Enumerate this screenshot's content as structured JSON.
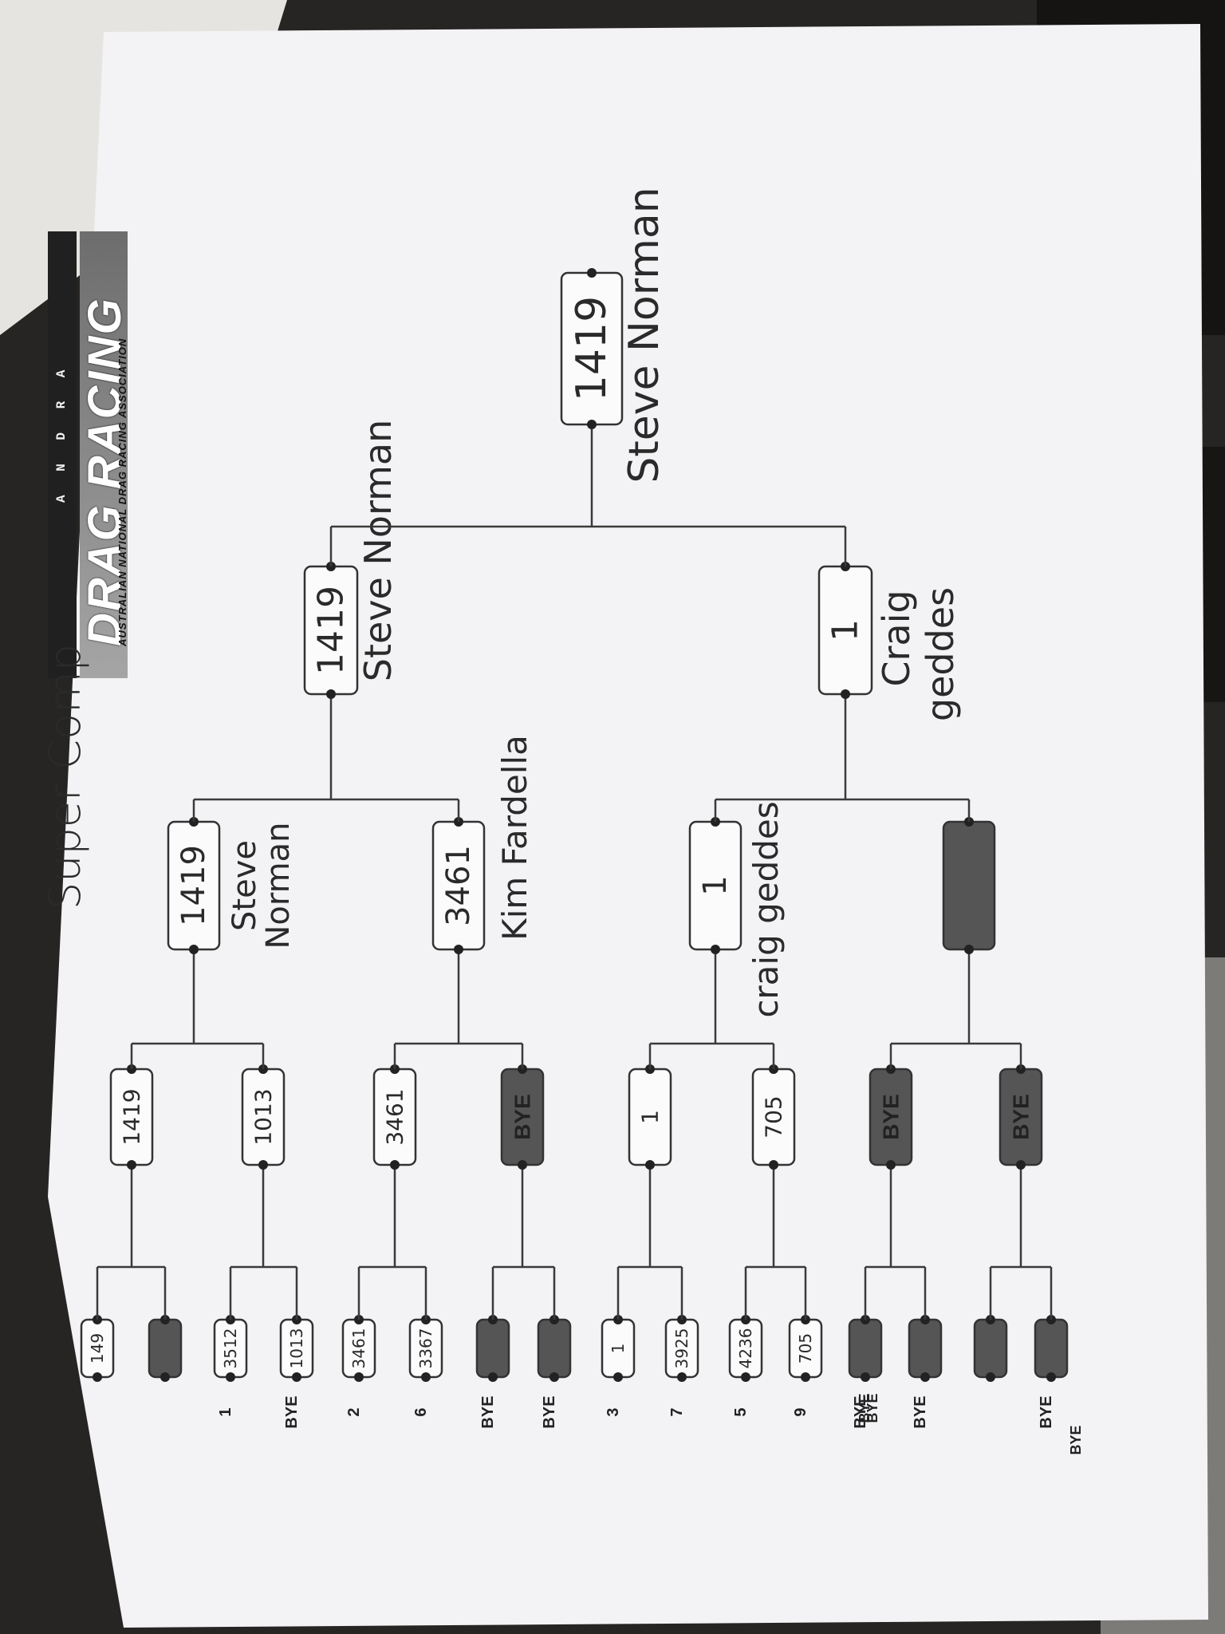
{
  "sheet": {
    "title": "Super Comp",
    "logo": {
      "org": "A N D R A",
      "name": "DRAG RACING",
      "tagline": "AUSTRALIAN NATIONAL DRAG RACING ASSOCIATION"
    }
  },
  "bracket": {
    "round1": [
      {
        "seed": "",
        "car": "149",
        "dark": false
      },
      {
        "seed": "",
        "car": "",
        "dark": true
      },
      {
        "seed": "1",
        "car": "3512",
        "dark": false
      },
      {
        "seed": "BYE",
        "car": "1013",
        "dark": false
      },
      {
        "seed": "2",
        "car": "3461",
        "dark": false
      },
      {
        "seed": "6",
        "car": "3367",
        "dark": false
      },
      {
        "seed": "BYE",
        "car": "",
        "dark": true
      },
      {
        "seed": "BYE",
        "car": "",
        "dark": true
      },
      {
        "seed": "3",
        "car": "1",
        "dark": false
      },
      {
        "seed": "7",
        "car": "3925",
        "dark": false
      },
      {
        "seed": "5",
        "car": "4236",
        "dark": false
      },
      {
        "seed": "9",
        "car": "705",
        "dark": false
      },
      {
        "seed": "BYE",
        "car": "",
        "dark": true
      },
      {
        "seed": "BYE",
        "car": "",
        "dark": true
      },
      {
        "seed": "",
        "car": "",
        "dark": true
      },
      {
        "seed": "BYE",
        "car": "",
        "dark": true
      }
    ],
    "stray_labels": [
      "BYE",
      "BYE",
      "BYE"
    ],
    "round2": [
      {
        "car": "1419",
        "dark": false
      },
      {
        "car": "1013",
        "dark": false
      },
      {
        "car": "3461",
        "dark": false
      },
      {
        "car": "BYE",
        "dark": true
      },
      {
        "car": "1",
        "dark": false
      },
      {
        "car": "705",
        "dark": false
      },
      {
        "car": "BYE",
        "dark": true
      },
      {
        "car": "BYE",
        "dark": true
      }
    ],
    "round3": [
      {
        "car": "1419",
        "name": "Steve Norman",
        "dark": false
      },
      {
        "car": "3461",
        "name": "Kim Fardella",
        "dark": false
      },
      {
        "car": "1",
        "name": "craig geddes",
        "dark": false
      },
      {
        "car": "",
        "name": "",
        "dark": true
      }
    ],
    "semis": [
      {
        "car": "1419",
        "name": "Steve Norman",
        "dark": false
      },
      {
        "car": "1",
        "name": "Craig geddes",
        "dark": false
      }
    ],
    "final": {
      "car": "1419",
      "name": "Steve Norman"
    }
  }
}
